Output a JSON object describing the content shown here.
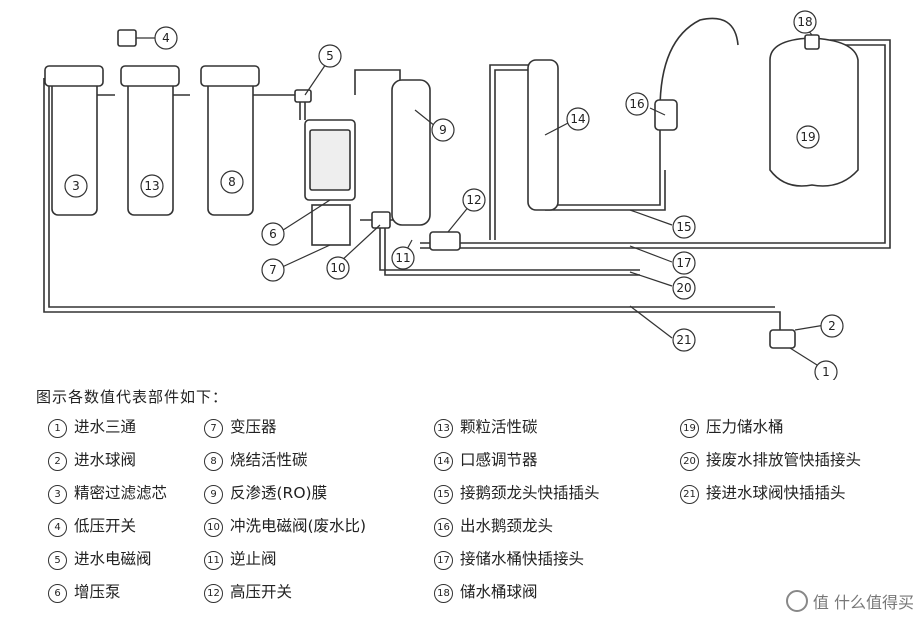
{
  "legend_title": "图示各数值代表部件如下：",
  "legend": [
    {
      "num": "1",
      "label": "进水三通"
    },
    {
      "num": "2",
      "label": "进水球阀"
    },
    {
      "num": "3",
      "label": "精密过滤滤芯"
    },
    {
      "num": "4",
      "label": "低压开关"
    },
    {
      "num": "5",
      "label": "进水电磁阀"
    },
    {
      "num": "6",
      "label": "增压泵"
    },
    {
      "num": "7",
      "label": "变压器"
    },
    {
      "num": "8",
      "label": "烧结活性碳"
    },
    {
      "num": "9",
      "label": "反渗透(RO)膜"
    },
    {
      "num": "10",
      "label": "冲洗电磁阀(废水比)"
    },
    {
      "num": "11",
      "label": "逆止阀"
    },
    {
      "num": "12",
      "label": "高压开关"
    },
    {
      "num": "13",
      "label": "颗粒活性碳"
    },
    {
      "num": "14",
      "label": "口感调节器"
    },
    {
      "num": "15",
      "label": "接鹅颈龙头快插插头"
    },
    {
      "num": "16",
      "label": "出水鹅颈龙头"
    },
    {
      "num": "17",
      "label": "接储水桶快插接头"
    },
    {
      "num": "18",
      "label": "储水桶球阀"
    },
    {
      "num": "19",
      "label": "压力储水桶"
    },
    {
      "num": "20",
      "label": "接废水排放管快插接头"
    },
    {
      "num": "21",
      "label": "接进水球阀快插插头"
    }
  ],
  "callouts": [
    "1",
    "2",
    "3",
    "4",
    "5",
    "6",
    "7",
    "8",
    "9",
    "10",
    "11",
    "12",
    "13",
    "14",
    "15",
    "16",
    "17",
    "18",
    "19",
    "20",
    "21"
  ],
  "watermark": "值 什么值得买"
}
